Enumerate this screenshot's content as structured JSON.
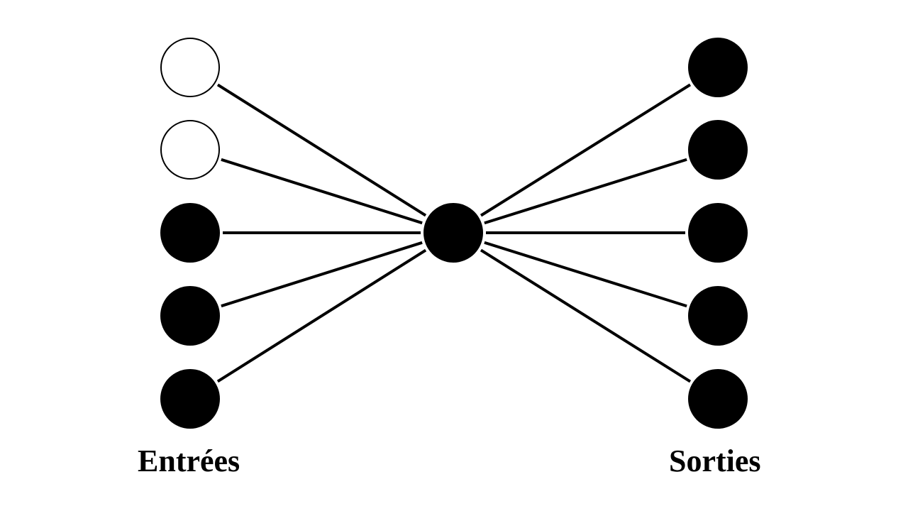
{
  "labels": {
    "inputs": "Entrées",
    "outputs": "Sorties"
  },
  "network": {
    "inputs": [
      {
        "id": "input-1",
        "active": false
      },
      {
        "id": "input-2",
        "active": false
      },
      {
        "id": "input-3",
        "active": true
      },
      {
        "id": "input-4",
        "active": true
      },
      {
        "id": "input-5",
        "active": true
      }
    ],
    "hidden": [
      {
        "id": "hidden-1",
        "active": true
      }
    ],
    "outputs": [
      {
        "id": "output-1",
        "active": true
      },
      {
        "id": "output-2",
        "active": true
      },
      {
        "id": "output-3",
        "active": true
      },
      {
        "id": "output-4",
        "active": true
      },
      {
        "id": "output-5",
        "active": true
      }
    ]
  },
  "colors": {
    "filled": "#000000",
    "empty": "#ffffff",
    "stroke": "#000000"
  }
}
